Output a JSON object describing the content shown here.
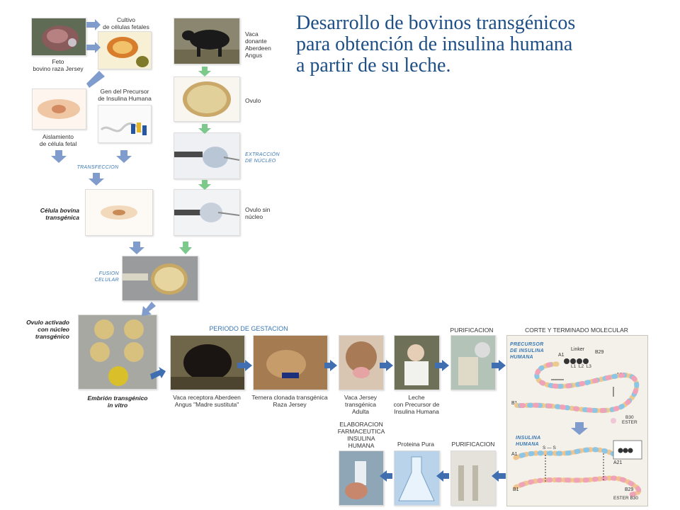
{
  "title_lines": [
    "Desarrollo de bovinos transgénicos",
    "para obtención de insulina humana",
    "a partir de su leche."
  ],
  "labels": {
    "cultivo": "Cultivo\nde células fetales",
    "feto": "Feto\nbovino raza Jersey",
    "gen_precursor": "Gen del Precursor\nde Insulina Humana",
    "aislamiento": "Aislamiento\nde célula fetal",
    "transfeccion": "TRANSFECCION",
    "celula_transgenica": "Célula bovina\ntransgénica",
    "vaca_donante": "Vaca\ndonante\nAberdeen\nAngus",
    "ovulo": "Ovulo",
    "extraccion": "EXTRACCIÓN\nDE NÚCLEO",
    "ovulo_sin_nucleo": "Ovulo sin\nnúcleo",
    "fusion": "FUSION\nCELULAR",
    "ovulo_activado": "Ovulo activado\ncon núcleo\ntransgénico",
    "embrion": "Embrión transgénico\nin vitro",
    "periodo_gestacion": "PERIODO DE GESTACION",
    "vaca_receptora": "Vaca receptora Aberdeen\nAngus \"Madre sustituta\"",
    "ternera": "Ternera clonada transgénica\nRaza Jersey",
    "vaca_jersey": "Vaca Jersey\ntransgénica\nAdulta",
    "leche": "Leche\ncon Precursor de\nInsulina Humana",
    "purificacion_1": "PURIFICACION",
    "corte": "CORTE Y TERMINADO MOLECULAR",
    "precursor_label": "PRECURSOR\nDE INSULINA\nHUMANA",
    "linker": "Linker",
    "l_labels": "L1  L2  L3",
    "a1": "A1",
    "b29": "B29",
    "a21": "A21",
    "b1": "B1",
    "b30_ester": "B30\nESTER",
    "insulina_humana_label": "INSULINA\nHUMANA",
    "a1_b": "A1",
    "a21_b": "A21",
    "b1_b": "B1",
    "b29_b": "B29",
    "ester_b30": "ESTER B30",
    "purificacion_2": "PURIFICACION",
    "proteina_pura": "Proteina Pura",
    "elaboracion": "ELABORACION\nFARMACEUTICA\nINSULINA\nHUMANA",
    "ss": "S — S"
  },
  "colors": {
    "title": "#1d4f86",
    "arrow_blue": "#7f9ccc",
    "arrow_green": "#7dc98c",
    "arrow_dark": "#3f6fb0"
  }
}
